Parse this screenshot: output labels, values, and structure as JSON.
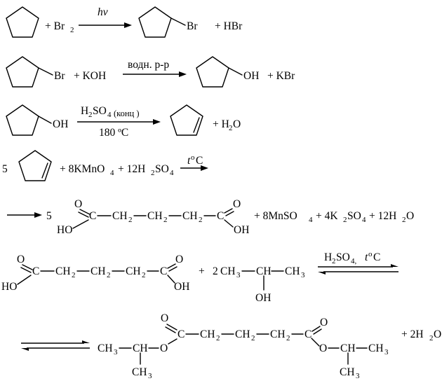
{
  "reactions": [
    {
      "id": "r1",
      "plus1": "+ Br",
      "sub1": "2",
      "condition_top": "hv",
      "product_sub": "Br",
      "plus2": "+ HBr"
    },
    {
      "id": "r2",
      "reactant_sub": "Br",
      "plus1": "+ KOH",
      "condition_top": "водн. р-р",
      "product_sub": "OH",
      "plus2": "+ KBr"
    },
    {
      "id": "r3",
      "reactant_sub": "OH",
      "cond_h": "H",
      "cond_2": "2",
      "cond_so": "SO",
      "cond_4": "4",
      "cond_konc": "(конц )",
      "condition_bottom": "180 ºС",
      "plus_h": "+ H",
      "plus_2": "2",
      "plus_o": "O"
    },
    {
      "id": "r4",
      "coef": "5",
      "kmno_a": "+ 8KMnO",
      "kmno_4": "4",
      "h2so_a": "+ 12H",
      "h2so_2": "2",
      "h2so_b": "SO",
      "h2so_4": "4",
      "cond_t": "t",
      "cond_o": "o",
      "cond_c": "C"
    },
    {
      "id": "r5",
      "coef": "5",
      "o1": "O",
      "ho": "HO",
      "c": "C",
      "ch2": "CH",
      "sub2": "2",
      "o2": "O",
      "oh": "OH",
      "mnso_a": "+ 8MnSO",
      "mnso_4": "4",
      "kso_a": "+ 4K",
      "kso_2": "2",
      "kso_b": "SO",
      "kso_4": "4",
      "water_a": "+ 12H",
      "water_2": "2",
      "water_b": "O"
    },
    {
      "id": "r6",
      "plus": "+",
      "coef": "2",
      "ch3": "CH",
      "ch3_sub": "3",
      "ch": "CH",
      "oh": "OH",
      "cond_h": "H",
      "cond_2": "2",
      "cond_so": "SO",
      "cond_4": "4,",
      "cond_t": "t",
      "cond_o": "o",
      "cond_c": "C"
    },
    {
      "id": "r7",
      "o": "O",
      "water_a": "+ 2H",
      "water_2": "2",
      "water_b": "O"
    }
  ]
}
